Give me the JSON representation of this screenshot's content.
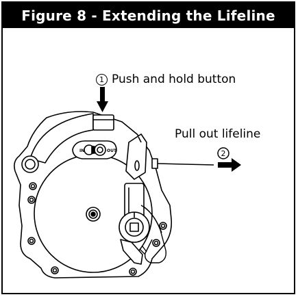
{
  "figure": {
    "title": "Figure 8 - Extending the Lifeline"
  },
  "steps": [
    {
      "number": "1",
      "text": "Push and hold button"
    },
    {
      "number": "2",
      "text": "Pull out lifeline"
    }
  ],
  "device": {
    "button_labels": {
      "in": "IN",
      "out": "OUT"
    }
  },
  "colors": {
    "title_background": "#000000",
    "title_text": "#ffffff",
    "line": "#000000"
  }
}
